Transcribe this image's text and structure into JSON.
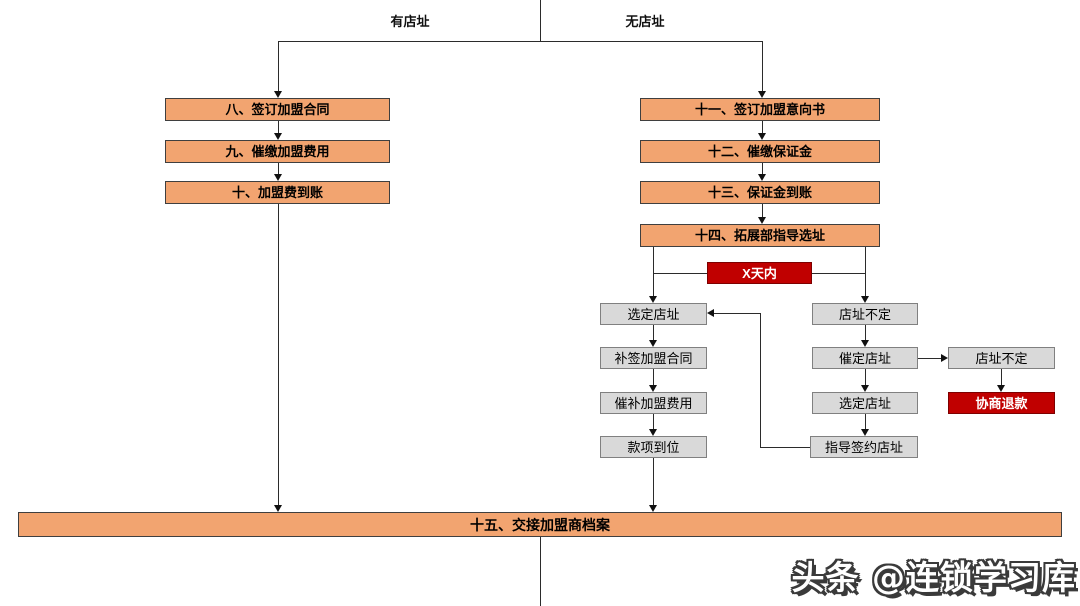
{
  "top": {
    "branch_left_label": "有店址",
    "branch_right_label": "无店址"
  },
  "left_column": {
    "steps": [
      "八、签订加盟合同",
      "九、催缴加盟费用",
      "十、加盟费到账"
    ]
  },
  "right_column": {
    "steps": [
      "十一、签订加盟意向书",
      "十二、催缴保证金",
      "十三、保证金到账",
      "十四、拓展部指导选址"
    ],
    "timer_label": "X天内"
  },
  "site_selected_branch": {
    "steps": [
      "选定店址",
      "补签加盟合同",
      "催补加盟费用",
      "款项到位"
    ]
  },
  "site_undecided_branch": {
    "steps": [
      "店址不定",
      "催定店址",
      "选定店址",
      "指导签约店址"
    ]
  },
  "refund_branch": {
    "undecided_label": "店址不定",
    "refund_label": "协商退款"
  },
  "bottom": {
    "final_step": "十五、交接加盟商档案"
  },
  "watermark": "头条 @连锁学习库",
  "colors": {
    "process_orange": "#F2A470",
    "alert_red": "#C00000",
    "sub_step_gray": "#D9D9D9",
    "line": "#2B2B2B"
  }
}
